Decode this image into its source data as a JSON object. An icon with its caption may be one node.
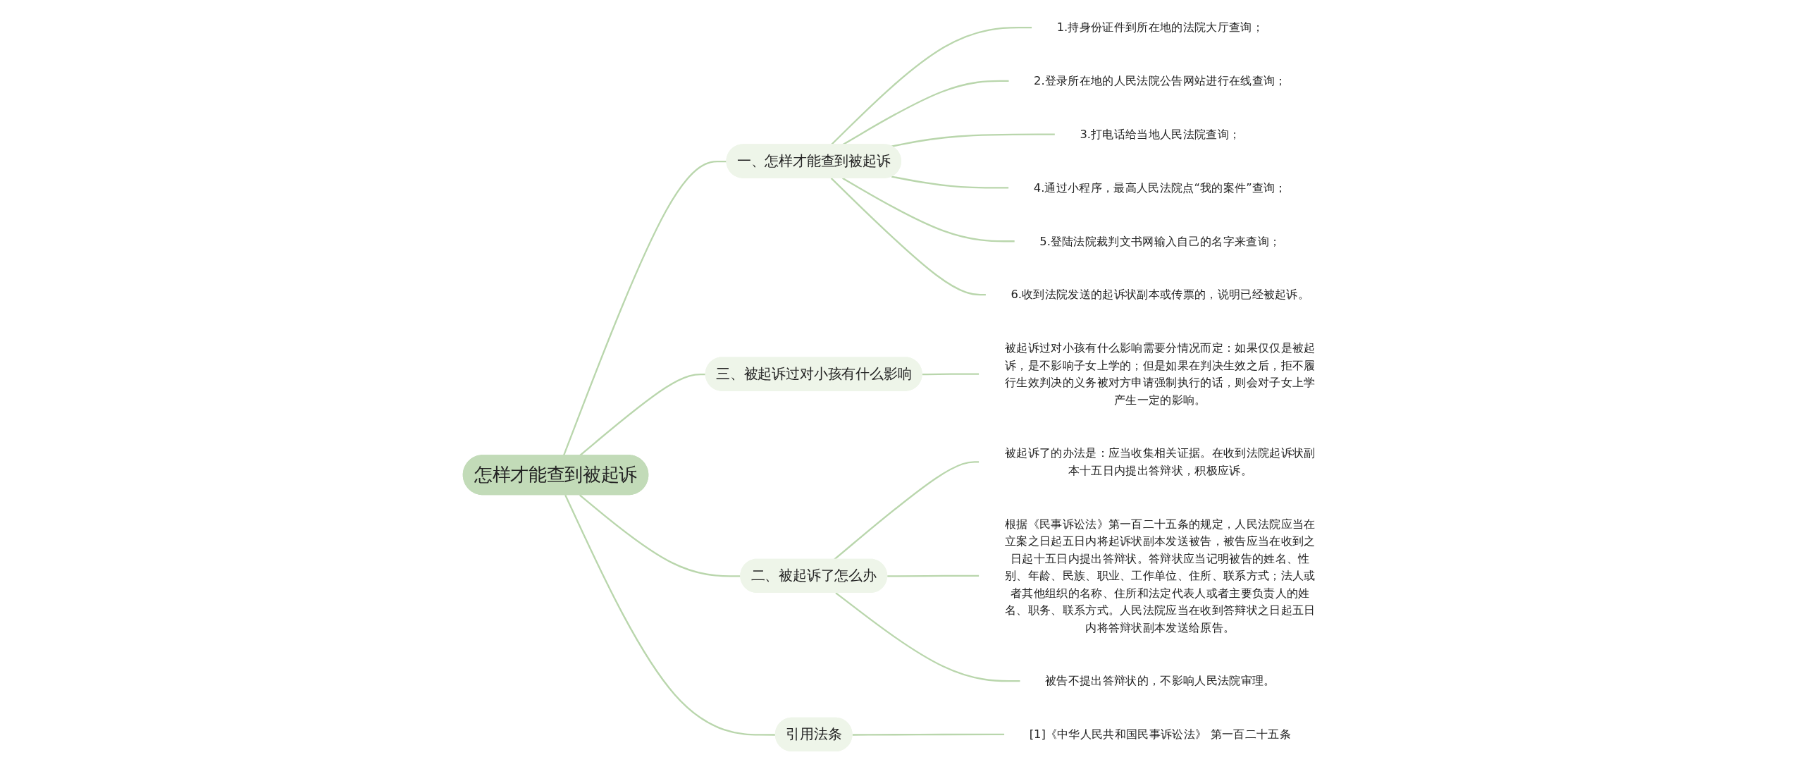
{
  "diagram": {
    "nodes": [
      {
        "text": [
          "怎样才能查到被起诉"
        ]
      },
      {
        "text": [
          "一、怎样才能查到被起诉"
        ]
      },
      {
        "text": [
          "1.持身份证件到所在地的法院大厅查询；"
        ]
      },
      {
        "text": [
          "2.登录所在地的人民法院公告网站进行在线查询；"
        ]
      },
      {
        "text": [
          "3.打电话给当地人民法院查询；"
        ]
      },
      {
        "text": [
          "4.通过小程序，最高人民法院点“我的案件”查询；"
        ]
      },
      {
        "text": [
          "5.登陆法院裁判文书网输入自己的名字来查询；"
        ]
      },
      {
        "text": [
          "6.收到法院发送的起诉状副本或传票的，说明已经被起诉。"
        ]
      },
      {
        "text": [
          "三、被起诉过对小孩有什么影响"
        ]
      },
      {
        "text": [
          "被起诉过对小孩有什么影响需要分情况而定：如果仅仅是被起诉，是不影响子女上学的；但是如果在判决生效之后，拒不履行生效判决的义务被对方申请强制执行的话，则会对子女上学产生一定的影响。"
        ]
      },
      {
        "text": [
          "二、被起诉了怎么办"
        ]
      },
      {
        "text": [
          "被起诉了的办法是：应当收集相关证据。在收到法院起诉状副本十五日内提出答辩状，积极应诉。"
        ]
      },
      {
        "text": [
          "根据《民事诉讼法》第一百二十五条的规定，人民法院应当在立案之日起五日内将起诉状副本发送被告，被告应当在收到之日起十五日内提出答辩状。答辩状应当记明被告的姓名、性别、年龄、民族、职业、工作单位、住所、联系方式；法人或者其他组织的名称、住所和法定代表人或者主要负责人的姓名、职务、联系方式。人民法院应当在收到答辩状之日起五日内将答辩状副本发送给原告。"
        ]
      },
      {
        "text": [
          "被告不提出答辩状的，不影响人民法院审理。"
        ]
      },
      {
        "text": [
          "引用法条"
        ]
      },
      {
        "text": [
          "[1]《中华人民共和国民事诉讼法》 第一百二十五条"
        ]
      }
    ],
    "edges": [
      {
        "from": 0,
        "to": 1,
        "arrow": "none"
      },
      {
        "from": 1,
        "to": 2,
        "arrow": "none"
      },
      {
        "from": 1,
        "to": 3,
        "arrow": "none"
      },
      {
        "from": 1,
        "to": 4,
        "arrow": "none"
      },
      {
        "from": 1,
        "to": 5,
        "arrow": "none"
      },
      {
        "from": 1,
        "to": 6,
        "arrow": "none"
      },
      {
        "from": 1,
        "to": 7,
        "arrow": "none"
      },
      {
        "from": 0,
        "to": 8,
        "arrow": "none"
      },
      {
        "from": 8,
        "to": 9,
        "arrow": "none"
      },
      {
        "from": 0,
        "to": 10,
        "arrow": "none"
      },
      {
        "from": 10,
        "to": 11,
        "arrow": "none"
      },
      {
        "from": 10,
        "to": 12,
        "arrow": "none"
      },
      {
        "from": 10,
        "to": 13,
        "arrow": "none"
      },
      {
        "from": 0,
        "to": 14,
        "arrow": "none"
      },
      {
        "from": 14,
        "to": 15,
        "arrow": "none"
      }
    ]
  }
}
